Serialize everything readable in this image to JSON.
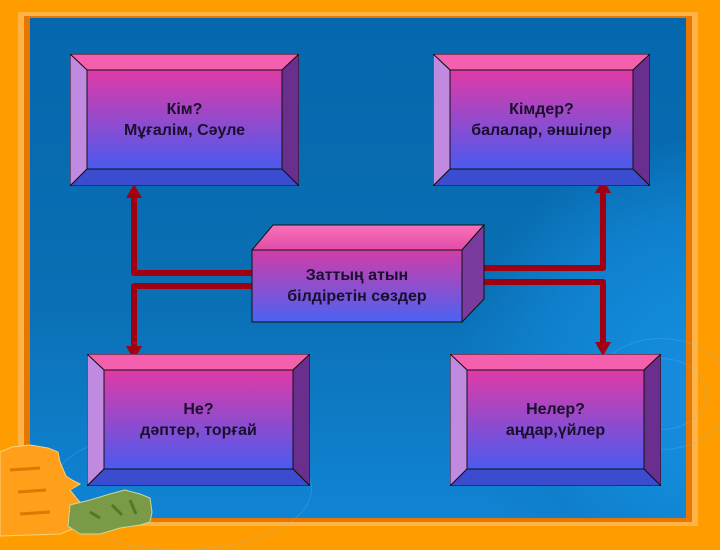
{
  "diagram": {
    "center": {
      "line1": "Заттың атын",
      "line2": "білдіретін сөздер"
    },
    "nodes": [
      {
        "id": "top-left",
        "line1": "Кім?",
        "line2": "Мұғалім, Сәуле"
      },
      {
        "id": "top-right",
        "line1": "Кімдер?",
        "line2": "балалар, әншілер"
      },
      {
        "id": "bottom-left",
        "line1": "Не?",
        "line2": "дәптер, торғай"
      },
      {
        "id": "bottom-right",
        "line1": "Нелер?",
        "line2": "аңдар,үйлер"
      }
    ]
  },
  "colors": {
    "background_frame": "#ff9d00",
    "panel": "#0567ad",
    "box_top": "#e03aa6",
    "box_bottom": "#4a5af0",
    "connector": "#a00010"
  }
}
